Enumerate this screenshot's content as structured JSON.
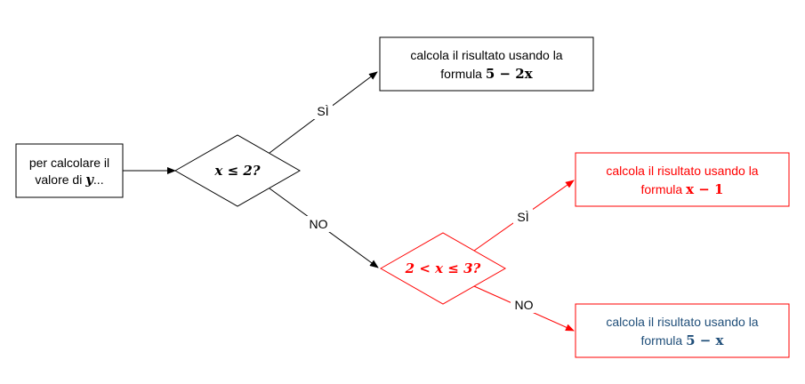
{
  "colors": {
    "black": "#000000",
    "red": "#ff0000",
    "blue": "#1f4e79"
  },
  "start": {
    "line1": "per calcolare il",
    "line2_text": "valore di ",
    "line2_math": "y",
    "line2_suffix": "..."
  },
  "decision1": {
    "math": "x ≤ 2?"
  },
  "decision2": {
    "math": "2 < x ≤ 3?"
  },
  "result1": {
    "line1": "calcola il risultato usando la",
    "line2_text": "formula ",
    "line2_math": "5 − 2x"
  },
  "result2": {
    "line1": "calcola il risultato usando la",
    "line2_text": "formula ",
    "line2_math": "x − 1"
  },
  "result3": {
    "line1": "calcola il risultato usando la",
    "line2_text": "formula ",
    "line2_math": "5 − x"
  },
  "edges": {
    "yes1": "SÌ",
    "no1": "NO",
    "yes2": "SÌ",
    "no2": "NO"
  }
}
